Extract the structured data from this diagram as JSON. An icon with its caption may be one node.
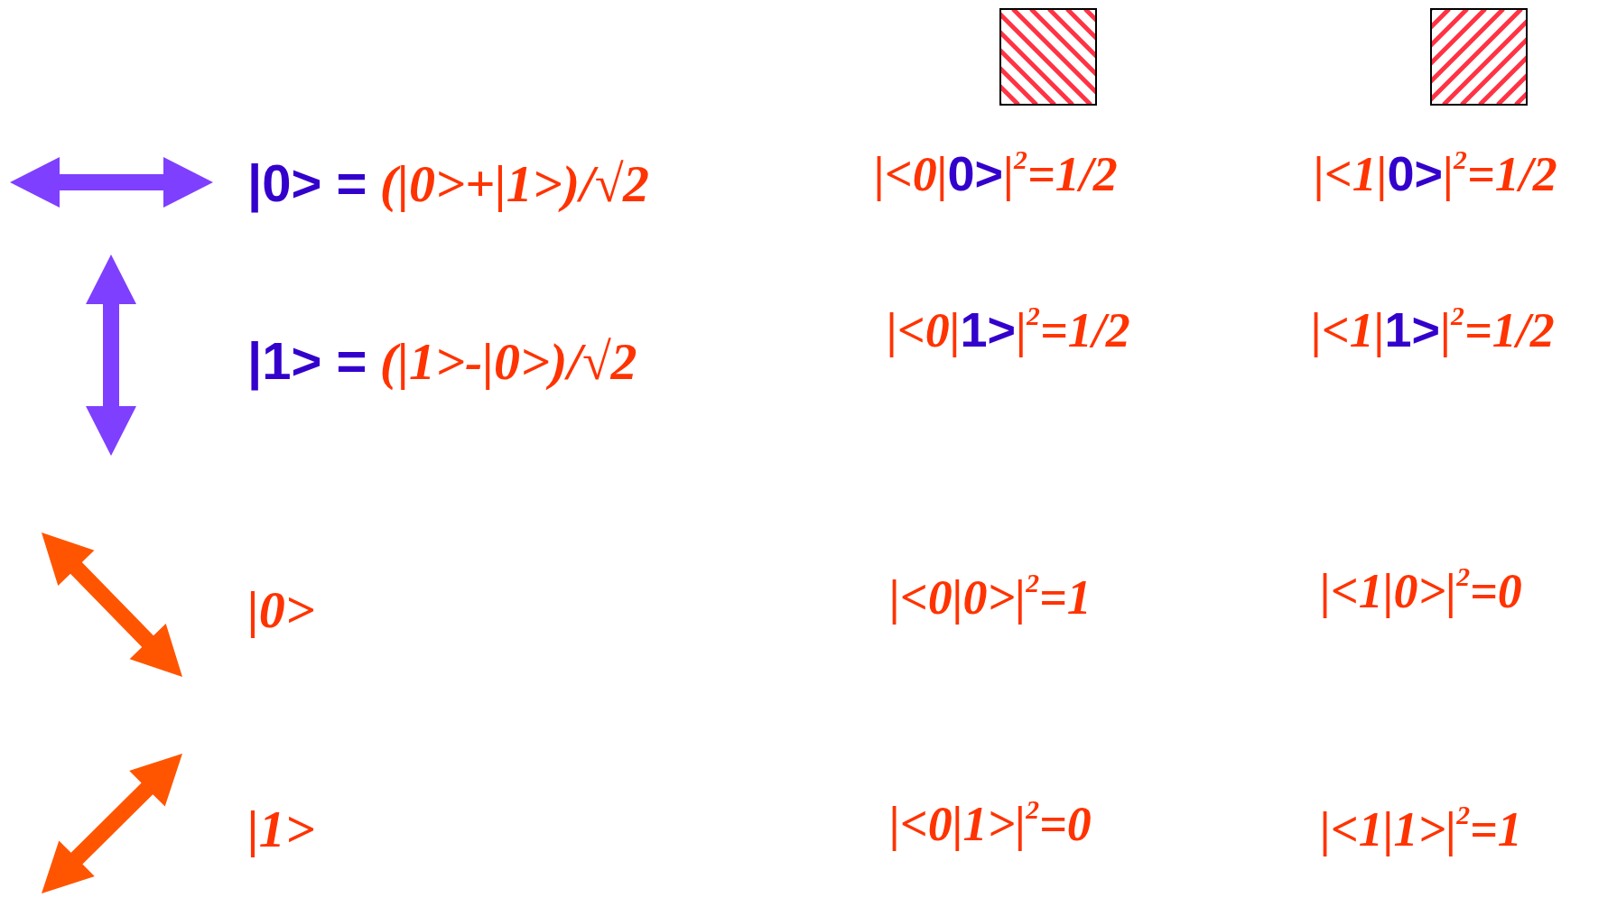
{
  "diagram": {
    "labels": [
      "**|0> =** (|0>+|1>)/√2",
      "|<0|**0>**|$^{2}$=1/2",
      "|<1|**0>**|$^{2}$=1/2",
      "**|1> =** (|1>-|0>)/√2",
      "|<0|**1>**|$^{2}$=1/2",
      "|<1|**1>**|$^{2}$=1/2",
      "|0>",
      "|<0|0>|$^{2}$=1",
      "|<1|0>|$^{2}$=0",
      "|1>",
      "|<0|1>|$^{2}$=0",
      "|<1|1>|$^{2}$=1"
    ]
  }
}
